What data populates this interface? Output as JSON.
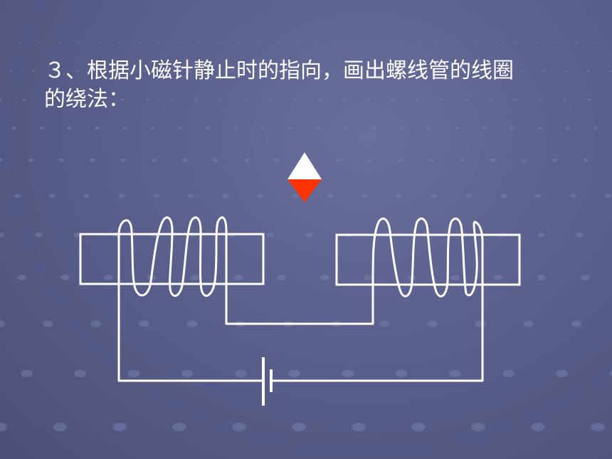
{
  "question": {
    "line1": "３、根据小磁针静止时的指向，画出螺线管的线圈",
    "line2": "的绕法："
  },
  "colors": {
    "background": "#5b5f8c",
    "wire": "#ffffff",
    "needle_north": "#ffffff",
    "needle_south": "#ff3300"
  },
  "diagram": {
    "left_solenoid_turns": 4,
    "right_solenoid_turns": 4,
    "needle": {
      "top_color": "white",
      "bottom_color": "red"
    }
  }
}
